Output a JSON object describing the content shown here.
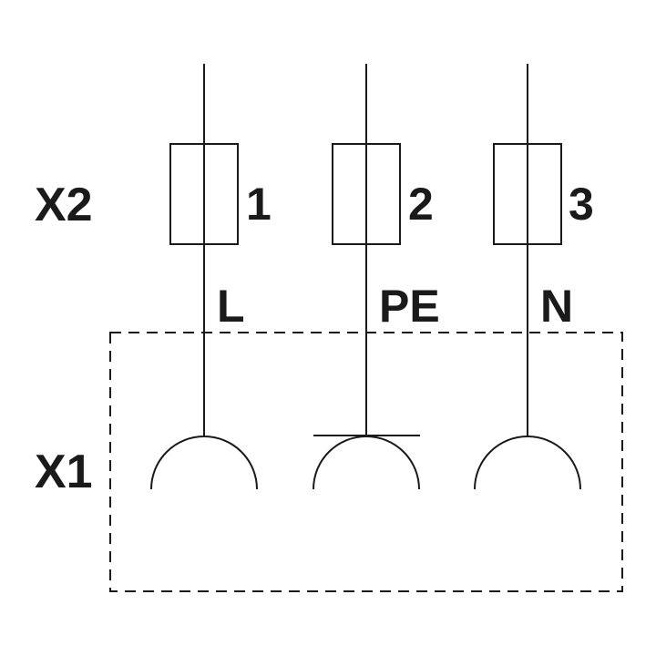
{
  "connectors": {
    "x2_label": "X2",
    "x1_label": "X1"
  },
  "terminals": [
    {
      "number": "1",
      "signal": "L"
    },
    {
      "number": "2",
      "signal": "PE"
    },
    {
      "number": "3",
      "signal": "N"
    }
  ],
  "colors": {
    "line": "#1a1a1a",
    "background": "#ffffff"
  }
}
